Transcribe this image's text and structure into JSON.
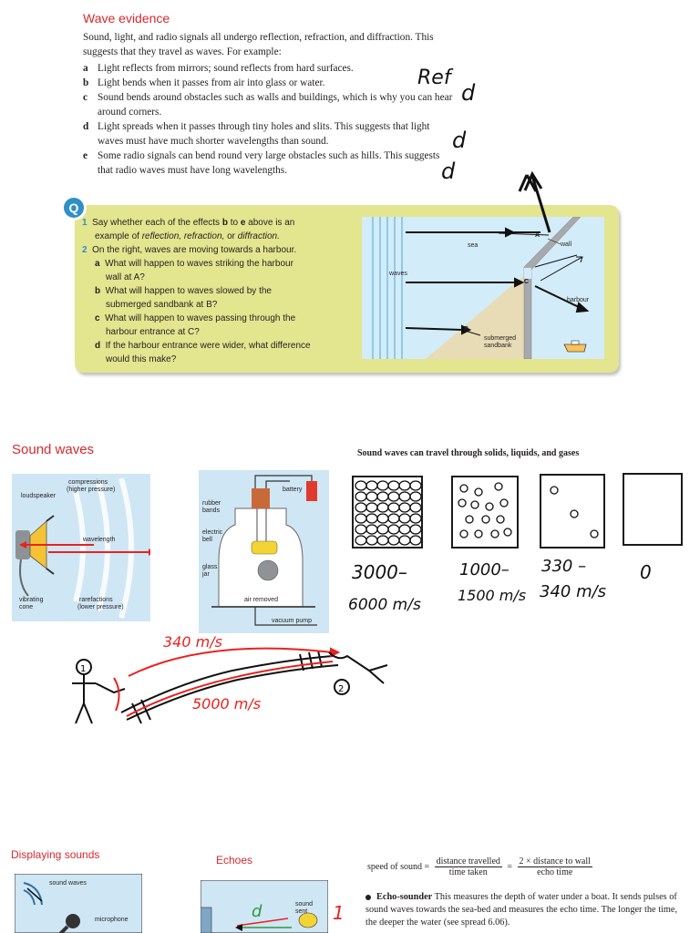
{
  "wave_evidence": {
    "title": "Wave evidence",
    "intro": "Sound, light, and radio signals all undergo reflection, refraction, and diffraction. This suggests that they travel as waves. For example:",
    "items": [
      {
        "letter": "a",
        "text": "Light reflects from mirrors; sound reflects from hard surfaces."
      },
      {
        "letter": "b",
        "text": "Light bends when it passes from air into glass or water."
      },
      {
        "letter": "c",
        "text": "Sound bends around obstacles such as walls and buildings, which is why you can hear around corners."
      },
      {
        "letter": "d",
        "text": "Light spreads when it passes through tiny holes and slits. This suggests that light waves must have much shorter wavelengths than sound."
      },
      {
        "letter": "e",
        "text": "Some radio signals can bend round very large obstacles such as hills. This suggests that radio waves must have long wavelengths."
      }
    ],
    "handwritten": {
      "ref": "Ref",
      "d": "d"
    }
  },
  "questions": {
    "badge": "Q",
    "q1_num": "1",
    "q1_a": "Say whether each of the effects ",
    "q1_b": "b",
    "q1_c": " to ",
    "q1_d": "e",
    "q1_e": " above is an",
    "q1_line2_a": "example of ",
    "q1_line2_b": "reflection, refraction,",
    "q1_line2_c": " or ",
    "q1_line2_d": "diffraction.",
    "q2_num": "2",
    "q2_text": "On the right, waves are moving towards a harbour.",
    "subs": [
      {
        "letter": "a",
        "lines": [
          "What will happen to waves striking the harbour",
          "wall at A?"
        ]
      },
      {
        "letter": "b",
        "lines": [
          "What will happen to waves slowed by the",
          "submerged sandbank at B?"
        ]
      },
      {
        "letter": "c",
        "lines": [
          "What will happen to waves passing through the",
          "harbour entrance at C?"
        ]
      },
      {
        "letter": "d",
        "lines": [
          "If the harbour entrance were wider, what difference",
          "would this make?"
        ]
      }
    ],
    "diagram": {
      "sea": "sea",
      "wall": "wall",
      "waves": "waves",
      "harbour": "harbour",
      "sandbank_1": "submerged",
      "sandbank_2": "sandbank",
      "A": "A",
      "B": "B",
      "C": "C"
    }
  },
  "sound_waves": {
    "title": "Sound waves",
    "subtitle": "Sound waves can travel through solids, liquids, and gases",
    "speaker_labels": {
      "loudspeaker": "loudspeaker",
      "compressions_1": "compressions",
      "compressions_2": "(higher pressure)",
      "wavelength": "wavelength",
      "vibrating_1": "vibrating",
      "vibrating_2": "cone",
      "rarefactions_1": "rarefactions",
      "rarefactions_2": "(lower pressure)"
    },
    "bell_labels": {
      "battery": "battery",
      "rubber_1": "rubber",
      "rubber_2": "bands",
      "electric_1": "electric",
      "electric_2": "bell",
      "glass_1": "glass",
      "glass_2": "jar",
      "air_removed": "air removed",
      "vacuum_pump": "vacuum pump"
    },
    "speeds": {
      "solid_1": "3000–",
      "solid_2": "6000 m/s",
      "liquid_1": "1000–",
      "liquid_2": "1500 m/s",
      "gas_1": "330 –",
      "gas_2": "340 m/s",
      "vacuum": "0"
    },
    "sketch": {
      "air_speed": "340 m/s",
      "solid_speed": "5000 m/s",
      "person_1": "1",
      "person_2": "2"
    }
  },
  "displaying_sounds": {
    "title": "Displaying sounds",
    "sound_waves_label": "sound waves",
    "microphone_label": "microphone"
  },
  "echoes": {
    "title": "Echoes",
    "sound_sent_1": "sound",
    "sound_sent_2": "sent",
    "hand_d": "d",
    "hand_1": "1",
    "formula": {
      "lhs": "speed of sound =",
      "num1": "distance travelled",
      "den1": "time taken",
      "eq": "=",
      "num2": "2 × distance to wall",
      "den2": "echo time"
    },
    "echo_sounder_term": "Echo-sounder",
    "echo_sounder_text": " This measures the depth of water under a boat. It sends pulses of sound waves towards the sea-bed and measures the echo time. The longer the time, the deeper the water (see spread 6.06)."
  },
  "colors": {
    "heading_red": "#d7282f",
    "qbox_fill": "#e4e58f",
    "blue_accent": "#2f8fc7",
    "ink": "#231f20",
    "annotation_red": "#e8221f"
  }
}
